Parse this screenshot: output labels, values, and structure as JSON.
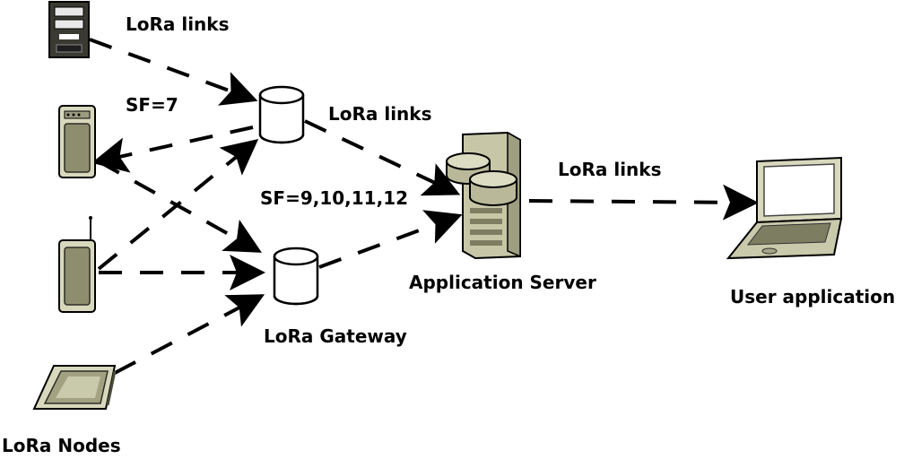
{
  "labels": {
    "lora_links_top": "LoRa links",
    "sf_low": "SF=7",
    "lora_links_mid": "LoRa links",
    "sf_high": "SF=9,10,11,12",
    "lora_links_right": "LoRa links",
    "application_server": "Application Server",
    "user_application": "User application",
    "lora_gateway": "LoRa Gateway",
    "lora_nodes": "LoRa Nodes"
  },
  "icons": {
    "node_1": "desktop-tower-icon",
    "node_2": "handheld-device-icon",
    "node_3": "mobile-phone-icon",
    "node_4": "tablet-pen-icon",
    "gateway_1": "database-cylinder-icon",
    "gateway_2": "database-cylinder-icon",
    "server": "server-icon",
    "client": "laptop-icon"
  }
}
